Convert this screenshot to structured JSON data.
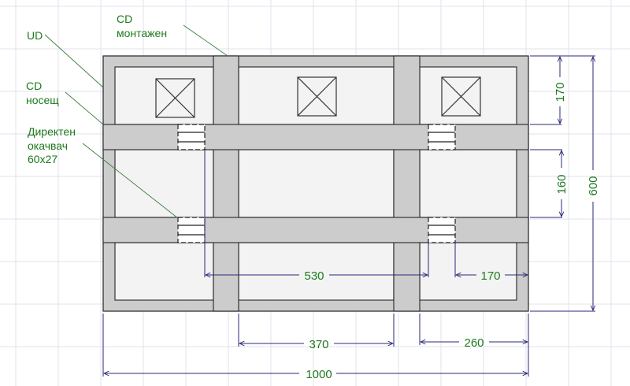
{
  "colors": {
    "grid": "#e2e2ec",
    "profile_fill": "#cccccc",
    "panel_fill": "#f3f3f3",
    "outline": "#333333",
    "dimension_line": "#2a2a78",
    "label_text": "#1d7a1d",
    "leader_line": "#3f7a3f"
  },
  "labels": {
    "ud": "UD",
    "cd_mounting_line1": "CD",
    "cd_mounting_line2": "монтажен",
    "cd_bearing_line1": "CD",
    "cd_bearing_line2": "носещ",
    "hanger_line1": "Директен",
    "hanger_line2": "окачвач",
    "hanger_line3": "60x27"
  },
  "dimensions": {
    "top_cell_height": "170",
    "middle_cell_height": "160",
    "total_height": "600",
    "hanger_span": "530",
    "hanger_to_edge": "170",
    "middle_span": "370",
    "right_span": "260",
    "total_width": "1000"
  }
}
